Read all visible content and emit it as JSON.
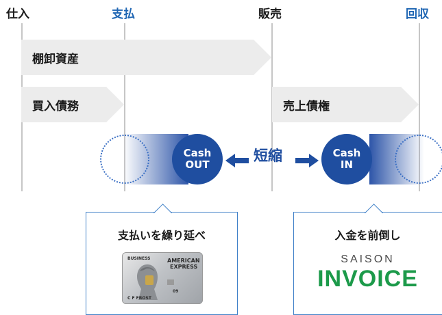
{
  "stages": {
    "purchase": "仕入",
    "payment": "支払",
    "sales": "販売",
    "collection": "回収"
  },
  "bars": {
    "inventory": "棚卸資産",
    "payables": "買入債務",
    "receivables": "売上債権"
  },
  "cash_out": {
    "line1": "Cash",
    "line2": "OUT"
  },
  "cash_in": {
    "line1": "Cash",
    "line2": "IN"
  },
  "shorten_label": "短縮",
  "callout_left": {
    "title": "支払いを繰り延べ",
    "card": {
      "issuer_line1": "AMERICAN",
      "issuer_line2": "EXPRESS",
      "business": "BUSINESS",
      "holder": "C F FROST",
      "expiry": "09"
    }
  },
  "callout_right": {
    "title": "入金を前倒し",
    "logo_top": "SAISON",
    "logo_bottom": "INVOICE"
  },
  "colors": {
    "navy": "#1f4ea0",
    "accent_blue": "#1f66b3",
    "bar_gray": "#ececec",
    "invoice_green": "#1c9a4a"
  }
}
